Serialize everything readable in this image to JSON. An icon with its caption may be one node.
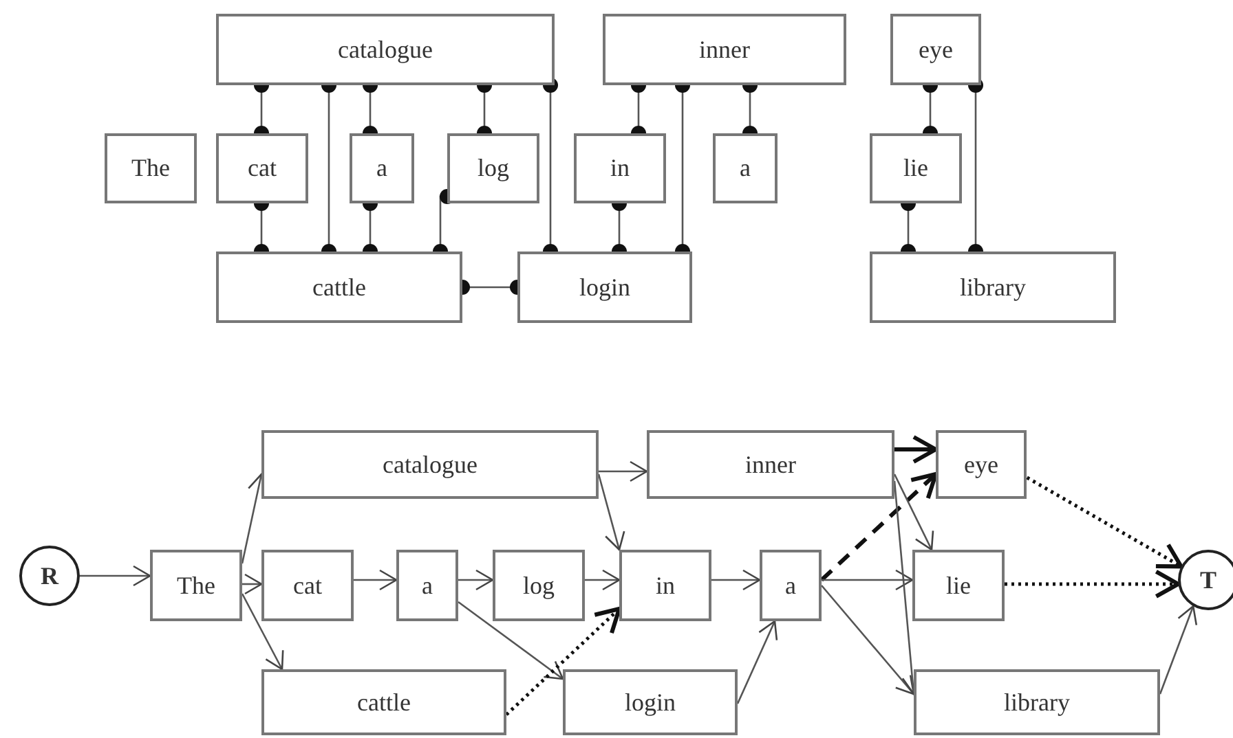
{
  "diagram": {
    "nodes": [
      {
        "text": [
          "catalogue"
        ]
      },
      {
        "text": [
          "inner"
        ]
      },
      {
        "text": [
          "eye"
        ]
      },
      {
        "text": [
          "The"
        ]
      },
      {
        "text": [
          "cat"
        ]
      },
      {
        "text": [
          "a"
        ]
      },
      {
        "text": [
          "log"
        ]
      },
      {
        "text": [
          "in"
        ]
      },
      {
        "text": [
          "a"
        ]
      },
      {
        "text": [
          "lie"
        ]
      },
      {
        "text": [
          "cattle"
        ]
      },
      {
        "text": [
          "login"
        ]
      },
      {
        "text": [
          "library"
        ]
      },
      {
        "text": [
          "R"
        ]
      },
      {
        "text": [
          "The"
        ]
      },
      {
        "text": [
          "catalogue"
        ]
      },
      {
        "text": [
          "cat"
        ]
      },
      {
        "text": [
          "a"
        ]
      },
      {
        "text": [
          "log"
        ]
      },
      {
        "text": [
          "cattle"
        ]
      },
      {
        "text": [
          "in"
        ]
      },
      {
        "text": [
          "login"
        ]
      },
      {
        "text": [
          "inner"
        ]
      },
      {
        "text": [
          "a"
        ]
      },
      {
        "text": [
          "eye"
        ]
      },
      {
        "text": [
          "lie"
        ]
      },
      {
        "text": [
          "library"
        ]
      },
      {
        "text": [
          "T"
        ]
      }
    ],
    "edges": [
      {
        "from": 0,
        "to": 4,
        "arrow": "other"
      },
      {
        "from": 0,
        "to": 10,
        "arrow": "other"
      },
      {
        "from": 0,
        "to": 5,
        "arrow": "other"
      },
      {
        "from": 0,
        "to": 6,
        "arrow": "other"
      },
      {
        "from": 0,
        "to": 11,
        "arrow": "other"
      },
      {
        "from": 4,
        "to": 10,
        "arrow": "other"
      },
      {
        "from": 5,
        "to": 10,
        "arrow": "other"
      },
      {
        "from": 6,
        "to": 10,
        "arrow": "other"
      },
      {
        "from": 1,
        "to": 7,
        "arrow": "other"
      },
      {
        "from": 1,
        "to": 11,
        "arrow": "other"
      },
      {
        "from": 1,
        "to": 8,
        "arrow": "other"
      },
      {
        "from": 7,
        "to": 11,
        "arrow": "other"
      },
      {
        "from": 2,
        "to": 9,
        "arrow": "other"
      },
      {
        "from": 2,
        "to": 12,
        "arrow": "other"
      },
      {
        "from": 9,
        "to": 12,
        "arrow": "other"
      },
      {
        "from": 10,
        "to": 11,
        "arrow": "other"
      },
      {
        "from": 13,
        "to": 14,
        "arrow": "to"
      },
      {
        "from": 14,
        "to": 15,
        "arrow": "to"
      },
      {
        "from": 14,
        "to": 16,
        "arrow": "to"
      },
      {
        "from": 14,
        "to": 19,
        "arrow": "to"
      },
      {
        "from": 16,
        "to": 17,
        "arrow": "to"
      },
      {
        "from": 17,
        "to": 18,
        "arrow": "to"
      },
      {
        "from": 18,
        "to": 20,
        "arrow": "to"
      },
      {
        "from": 15,
        "to": 20,
        "arrow": "to"
      },
      {
        "from": 15,
        "to": 22,
        "arrow": "to"
      },
      {
        "from": 17,
        "to": 21,
        "arrow": "to"
      },
      {
        "from": 19,
        "to": 20,
        "arrow": "to",
        "style": "dashed"
      },
      {
        "from": 20,
        "to": 23,
        "arrow": "to"
      },
      {
        "from": 21,
        "to": 23,
        "arrow": "to"
      },
      {
        "from": 23,
        "to": 24,
        "arrow": "to",
        "style": "dashed"
      },
      {
        "from": 23,
        "to": 25,
        "arrow": "to"
      },
      {
        "from": 23,
        "to": 26,
        "arrow": "to"
      },
      {
        "from": 22,
        "to": 24,
        "arrow": "to",
        "style": "thick"
      },
      {
        "from": 22,
        "to": 25,
        "arrow": "to"
      },
      {
        "from": 22,
        "to": 26,
        "arrow": "to"
      },
      {
        "from": 24,
        "to": 27,
        "arrow": "to",
        "style": "dashed"
      },
      {
        "from": 25,
        "to": 27,
        "arrow": "to",
        "style": "dashed"
      },
      {
        "from": 26,
        "to": 27,
        "arrow": "to"
      }
    ]
  }
}
